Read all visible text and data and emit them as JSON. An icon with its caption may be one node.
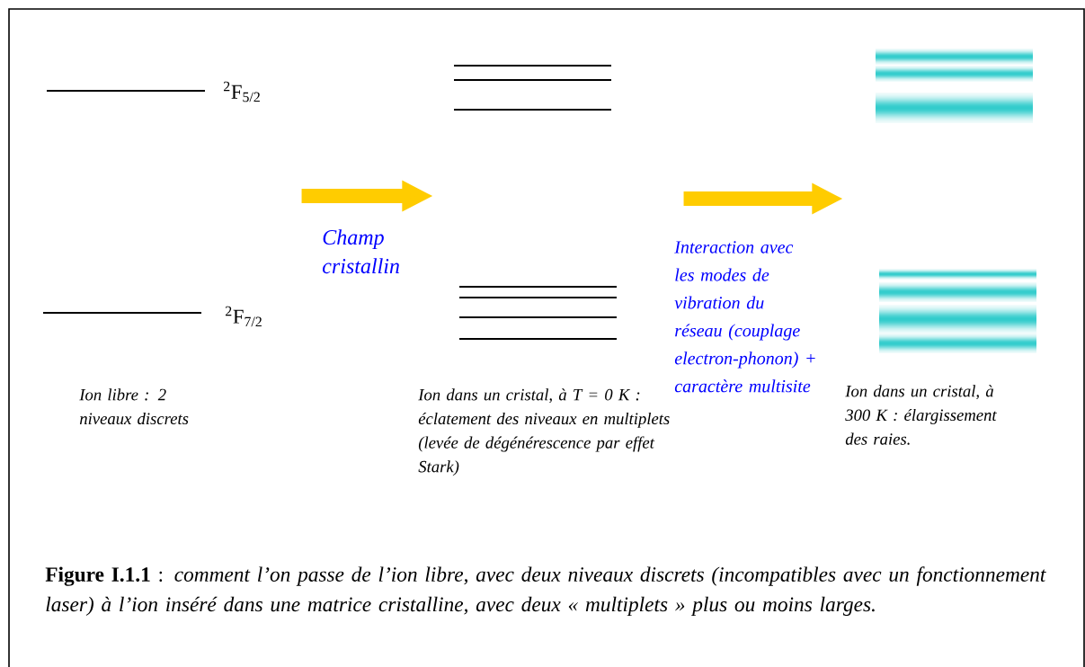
{
  "diagram": {
    "caption": "**Figure I.1.1** : *comment l’on passe de l’ion libre, avec deux niveaux discrets (incompatibles avec un fonctionnement laser) à l’ion inséré dans une matrice cristalline, avec deux « multiplets » plus ou moins larges.*",
    "nodes": [
      {
        "text": [
          "$^{2}$F$_{5/2}$",
          "$^{2}$F$_{7/2}$",
          "Ion libre : 2 niveaux discrets"
        ]
      },
      {
        "text": [
          "Ion dans un cristal, à T = 0 K : éclatement des niveaux en multiplets (levée de dégénérescence par effet Stark)"
        ]
      },
      {
        "text": [
          "Ion dans un cristal, à 300 K : élargissement des raies."
        ]
      }
    ],
    "edges": [
      {
        "from": 0,
        "to": 1,
        "arrow": "to",
        "label": "Champ cristallin"
      },
      {
        "from": 1,
        "to": 2,
        "arrow": "to",
        "label": "Interaction avec les modes de vibration du réseau (couplage electron-phonon) + caractère multisite"
      }
    ]
  }
}
